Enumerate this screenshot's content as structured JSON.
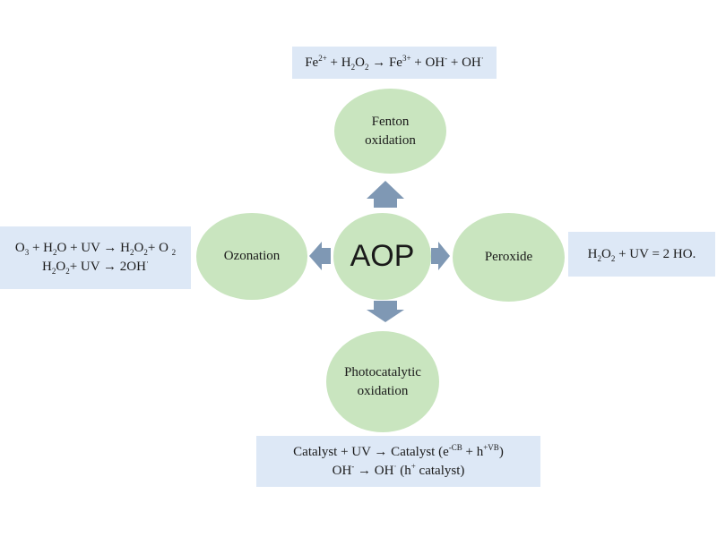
{
  "colors": {
    "node_fill": "#c9e5bf",
    "box_fill": "#dde8f6",
    "arrow": "#7f98b4"
  },
  "center": {
    "label": "AOP"
  },
  "nodes": {
    "fenton": {
      "line1": "Fenton",
      "line2": "oxidation"
    },
    "ozonation": {
      "label": "Ozonation"
    },
    "peroxide": {
      "label": "Peroxide"
    },
    "photocatalytic": {
      "line1": "Photocatalytic",
      "line2": "oxidation"
    }
  },
  "equations": {
    "fenton": {
      "t1": "Fe",
      "s1": "2+",
      "t2": " + H",
      "s2": "2",
      "t3": "O",
      "s3": "2",
      "t4": " → Fe",
      "s4": "3+",
      "t5": " + OH",
      "s5": "-",
      "t6": " + OH",
      "s6": "·"
    },
    "ozonation": {
      "line1": {
        "t1": "O",
        "s1": "3",
        "t2": " + H",
        "s2": "2",
        "t3": "O + UV → H",
        "s3": "2",
        "t4": "O",
        "s4": "2",
        "t5": "+ O ",
        "s5": "2"
      },
      "line2": {
        "t1": "H",
        "s1": "2",
        "t2": "O",
        "s2": "2",
        "t3": "+ UV → 2OH",
        "s3": "·"
      }
    },
    "peroxide": {
      "t1": "H",
      "s1": "2",
      "t2": "O",
      "s2": "2",
      "t3": " + UV = 2 HO."
    },
    "photocatalytic": {
      "line1": {
        "t1": "Catalyst + UV → Catalyst (e",
        "s1": "-CB",
        "t2": " + h",
        "s2": "+VB",
        "t3": ")"
      },
      "line2": {
        "t1": "OH",
        "s1": "-",
        "t2": " → OH",
        "s2": "·",
        "t3": " (h",
        "s3": "+",
        "t4": " catalyst)"
      }
    }
  }
}
